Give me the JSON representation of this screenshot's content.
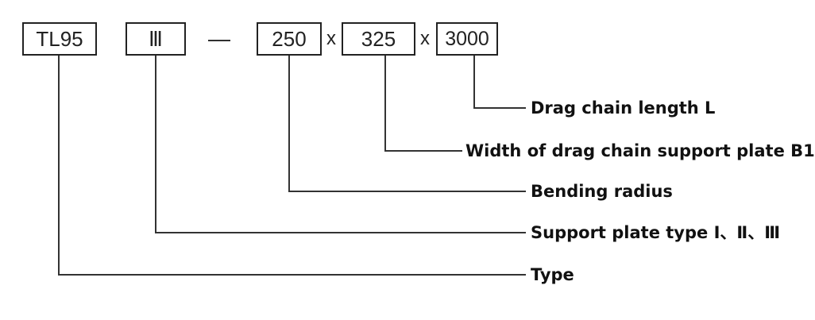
{
  "codes": {
    "type": "TL95",
    "plate_type": "Ⅲ",
    "radius": "250",
    "width": "325",
    "length": "3000"
  },
  "separators": {
    "dash": "—",
    "times_1": "x",
    "times_2": "x"
  },
  "labels": {
    "length": "Drag chain length L",
    "width": "Width of drag chain support plate B1",
    "radius": "Bending radius",
    "plate_type": "Support plate type Ⅰ、Ⅱ、Ⅲ",
    "type": "Type"
  }
}
